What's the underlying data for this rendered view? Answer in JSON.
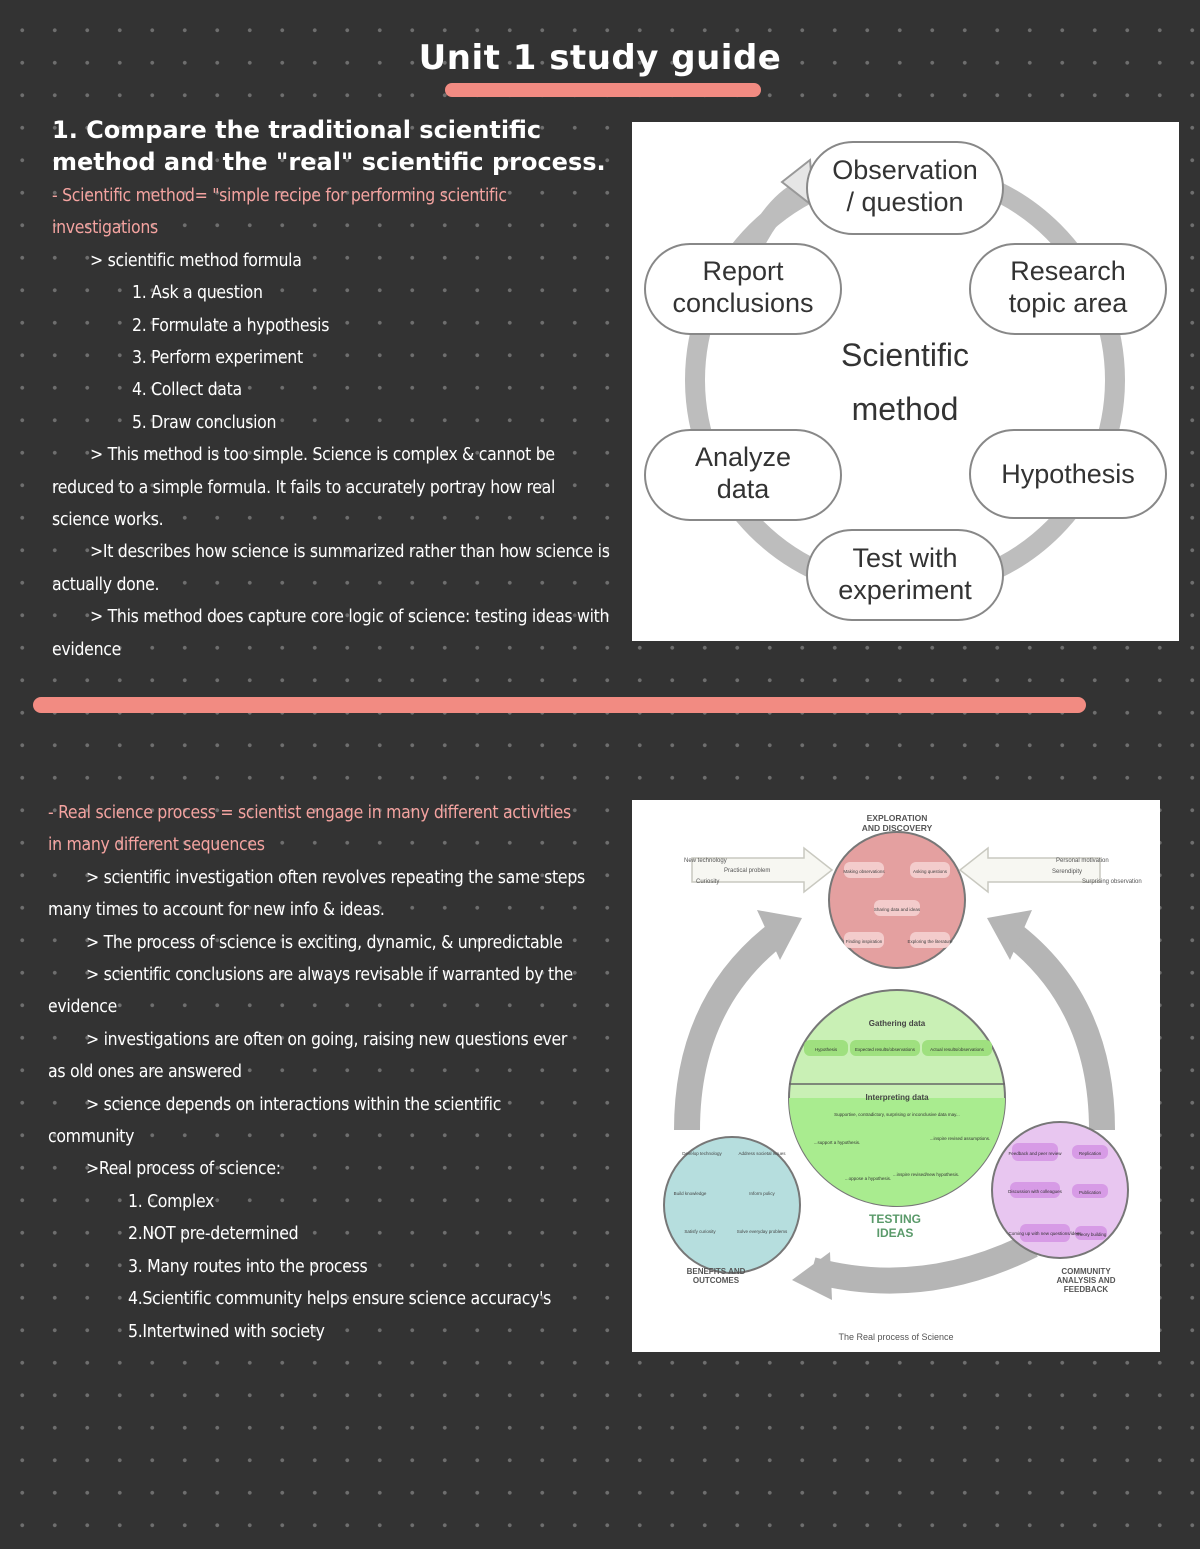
{
  "page": {
    "title": "Unit 1 study guide",
    "colors": {
      "background": "#333333",
      "accent": "#f28b82",
      "pink_text": "#f4a3a0",
      "text": "#ffffff"
    }
  },
  "section1": {
    "question": "1. Compare the traditional scientific method and the \"real\" scientific process.",
    "lines": [
      "-      Scientific method= \"simple recipe for performing scientific investigations",
      "> scientific method formula",
      "1. Ask a question",
      "2. Formulate a hypothesis",
      "3. Perform experiment",
      "4. Collect data",
      "5. Draw conclusion",
      "> This method is too simple. Science is complex & cannot be reduced to a simple formula. It fails to accurately portray how real science works.",
      ">It describes how science is summarized rather than how science is actually done.",
      "> This method does capture core logic of science: testing ideas with evidence"
    ]
  },
  "figure1": {
    "center_line1": "Scientific",
    "center_line2": "method",
    "nodes": [
      {
        "line1": "Observation",
        "line2": "/ question"
      },
      {
        "line1": "Research",
        "line2": "topic area"
      },
      {
        "line1": "Hypothesis",
        "line2": ""
      },
      {
        "line1": "Test with",
        "line2": "experiment"
      },
      {
        "line1": "Analyze",
        "line2": "data"
      },
      {
        "line1": "Report",
        "line2": "conclusions"
      }
    ]
  },
  "section2": {
    "lines": [
      "-      Real science process = scientist engage in many different activities in many different sequences",
      "> scientific investigation often revolves repeating the same steps many times to account for new info & ideas.",
      "> The process of science is exciting, dynamic, & unpredictable",
      "> scientific conclusions are always revisable if warranted by the evidence",
      "> investigations are often on going, raising new questions ever as old ones are answered",
      "> science depends on interactions within the scientific community",
      ">Real process of science:",
      "1. Complex",
      "2.NOT pre-determined",
      "3. Many routes into the process",
      "4.Scientific community helps ensure science accuracy's",
      "5.Intertwined with society"
    ]
  },
  "figure2": {
    "exploration": {
      "title1": "EXPLORATION",
      "title2": "AND DISCOVERY",
      "items": [
        "Making observations",
        "Asking questions",
        "Sharing data and ideas",
        "Finding inspiration",
        "Exploring the literature"
      ]
    },
    "left_inputs": [
      "New technology",
      "Practical problem",
      "Curiosity"
    ],
    "right_inputs": [
      "Personal motivation",
      "Serendipity",
      "Surprising observation"
    ],
    "testing": {
      "gathering": "Gathering data",
      "gathering_items": [
        "Hypothesis",
        "Expected results/observations",
        "Actual results/observations"
      ],
      "interpreting": "Interpreting data",
      "interpreting_lead": "Supportive, contradictory, surprising or inconclusive data may...",
      "interpreting_items": [
        "...support a hypothesis.",
        "...inspire revised assumptions.",
        "...oppose a hypothesis.",
        "...inspire revised/new hypothesis."
      ],
      "label1": "TESTING",
      "label2": "IDEAS"
    },
    "benefits": {
      "title1": "BENEFITS AND",
      "title2": "OUTCOMES",
      "items": [
        "Develop technology",
        "Address societal issues",
        "Build knowledge",
        "Inform policy",
        "Satisfy curiosity",
        "Solve everyday problems"
      ]
    },
    "community": {
      "title1": "COMMUNITY",
      "title2": "ANALYSIS AND",
      "title3": "FEEDBACK",
      "items": [
        "Feedback and peer review",
        "Replication",
        "Discussion with colleagues",
        "Publication",
        "Coming up with new questions/ideas",
        "Theory building"
      ]
    },
    "caption": "The Real process of Science"
  }
}
